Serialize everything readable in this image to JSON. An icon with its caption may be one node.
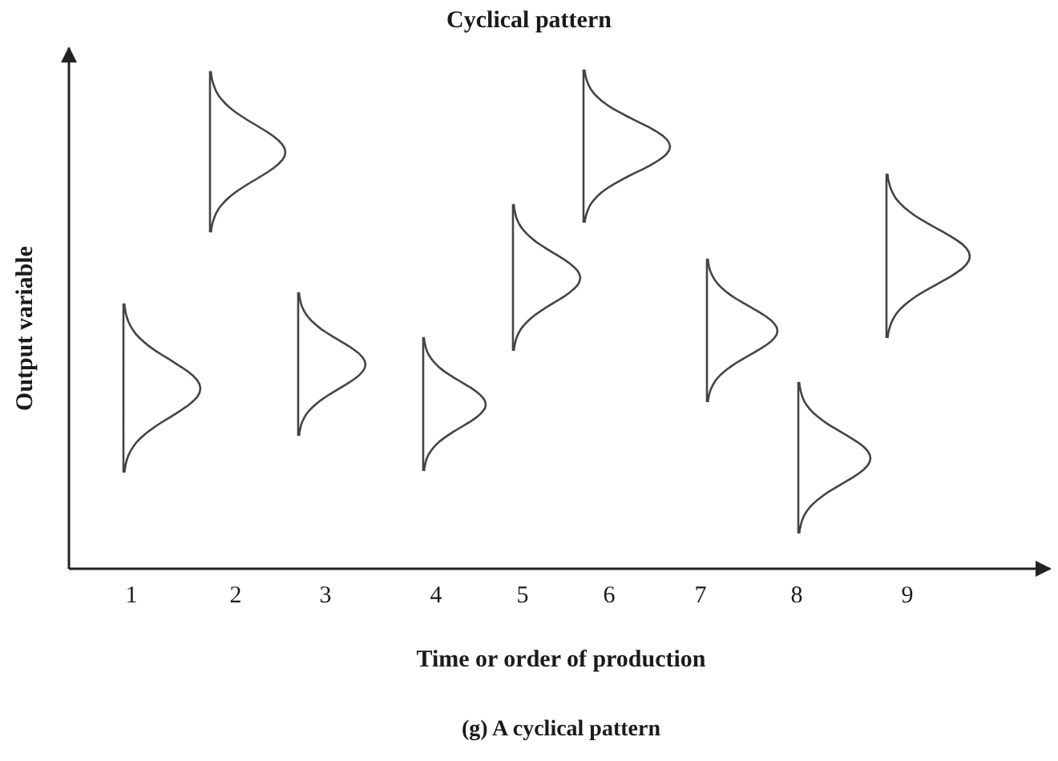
{
  "diagram": {
    "title": "Cyclical pattern",
    "caption": "(g) A cyclical pattern",
    "labels": [
      "Output variable",
      "1",
      "2",
      "3",
      "4",
      "5",
      "6",
      "7",
      "8",
      "9",
      "Time or order of production"
    ]
  }
}
